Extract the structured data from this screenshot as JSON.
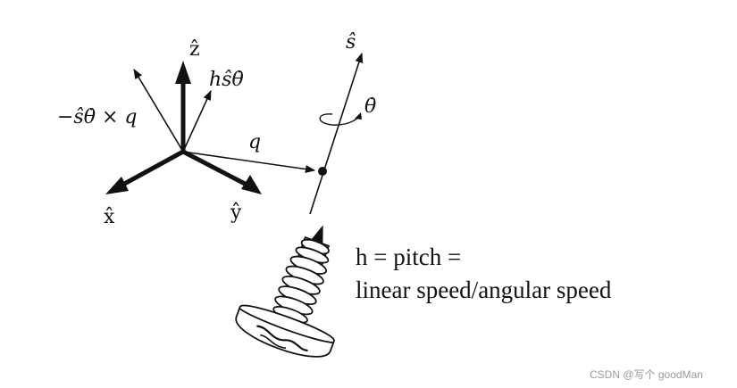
{
  "labels": {
    "z_axis": "ẑ",
    "x_axis": "x̂",
    "y_axis": "ŷ",
    "h_s_thetadot": "hŝθ̇",
    "neg_s_thetadot_cross_q": "−ŝθ̇ × q",
    "q": "q",
    "s_hat": "ŝ",
    "theta_dot": "θ̇"
  },
  "caption": {
    "line1": "h = pitch =",
    "line2": "linear speed/angular speed"
  },
  "watermark": "CSDN @写个 goodMan",
  "colors": {
    "ink": "#111111",
    "watermark": "#9a9a9a"
  }
}
